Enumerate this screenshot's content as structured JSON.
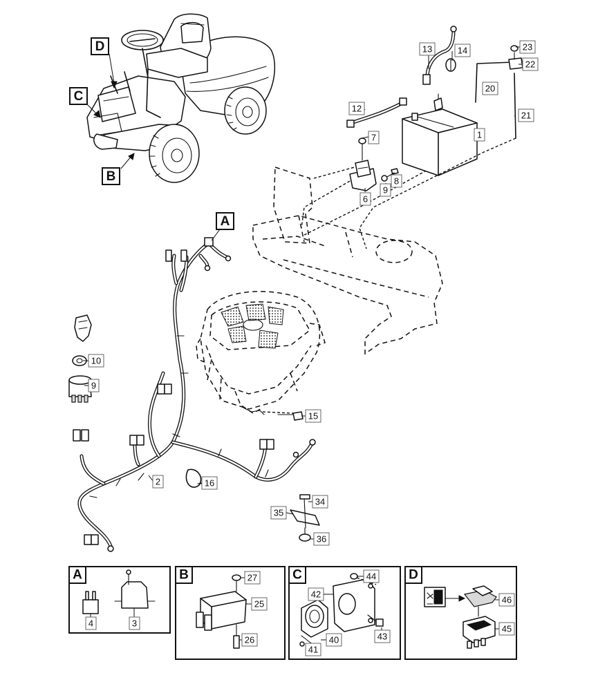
{
  "view_labels": {
    "A": "A",
    "B": "B",
    "C": "C",
    "D": "D"
  },
  "callouts": {
    "p1": "1",
    "p2": "2",
    "p3": "3",
    "p4": "4",
    "p6": "6",
    "p7": "7",
    "p8": "8",
    "p9a": "9",
    "p9b": "9",
    "p10": "10",
    "p12": "12",
    "p13": "13",
    "p14": "14",
    "p15": "15",
    "p16": "16",
    "p20": "20",
    "p21": "21",
    "p22": "22",
    "p23": "23",
    "p25": "25",
    "p26": "26",
    "p27": "27",
    "p34": "34",
    "p35": "35",
    "p36": "36",
    "p40": "40",
    "p41": "41",
    "p42": "42",
    "p43": "43",
    "p44": "44",
    "p45": "45",
    "p46": "46"
  }
}
